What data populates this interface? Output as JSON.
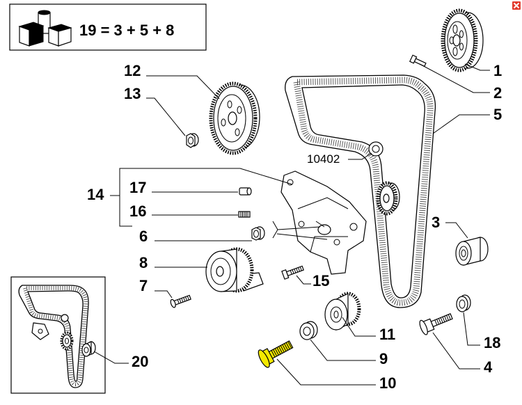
{
  "window": {
    "close_icon": "close-icon",
    "close_color": "#e23b2e"
  },
  "kit_box": {
    "icon": "kit-box-icon",
    "formula": "19 = 3 + 5 + 8"
  },
  "diagram": {
    "highlight_color": "#f4e800",
    "reference_number": "10402",
    "callouts": [
      "1",
      "2",
      "5",
      "12",
      "13",
      "14",
      "17",
      "16",
      "6",
      "8",
      "7",
      "15",
      "3",
      "11",
      "9",
      "10",
      "4",
      "18"
    ]
  },
  "inset": {
    "callout": "20"
  }
}
